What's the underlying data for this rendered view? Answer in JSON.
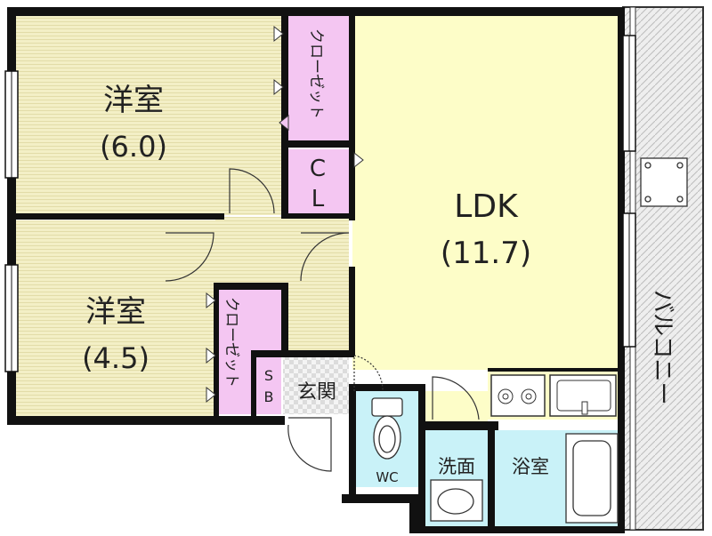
{
  "rooms": {
    "western_room_large": {
      "name": "洋室",
      "size": "(6.0)"
    },
    "western_room_small": {
      "name": "洋室",
      "size": "(4.5)"
    },
    "ldk": {
      "name": "LDK",
      "size": "(11.7)"
    },
    "closet_upper": {
      "label": "クローゼット"
    },
    "closet_lower": {
      "label": "クローゼット"
    },
    "cl": {
      "line1": "C",
      "line2": "L"
    },
    "sb": {
      "line1": "S",
      "line2": "B"
    },
    "entrance": {
      "label": "玄関"
    },
    "wc": {
      "label": "WC"
    },
    "washroom": {
      "label": "洗面"
    },
    "bathroom": {
      "label": "浴室"
    },
    "balcony": {
      "label": "バルコニー"
    }
  },
  "colors": {
    "wall": "#111111",
    "western_floor": "#f3efc6",
    "western_stripe": "#e2dca8",
    "ldk_floor": "#fdfdc8",
    "closet": "#f4c6f2",
    "wet_area": "#c9f2f8",
    "balcony": "#eeeeee"
  },
  "icons": [
    "door-swing-icon",
    "window-icon",
    "toilet-icon",
    "sink-icon",
    "bathtub-icon",
    "stove-icon",
    "kitchen-sink-icon",
    "ac-unit-icon"
  ]
}
